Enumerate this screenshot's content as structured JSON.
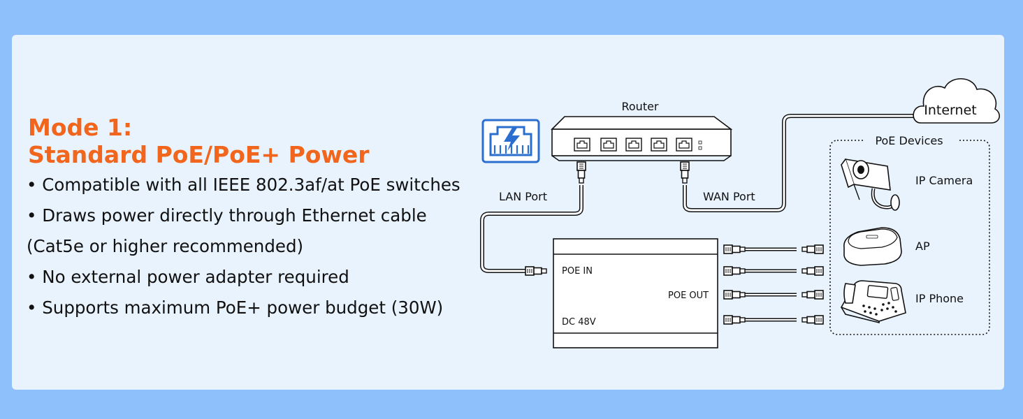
{
  "headline": {
    "line1": "Mode 1:",
    "line2": "Standard PoE/PoE+ Power"
  },
  "bullets": [
    "• Compatible with all IEEE 802.3af/at PoE switches",
    "• Draws power directly through Ethernet cable",
    "(Cat5e or higher recommended)",
    "• No external power adapter required",
    "• Supports maximum PoE+ power budget (30W)"
  ],
  "diagram": {
    "router_label": "Router",
    "internet_label": "Internet",
    "lan_port_label": "LAN Port",
    "wan_port_label": "WAN Port",
    "poe_in_label": "POE IN",
    "poe_out_label": "POE OUT",
    "dc_label": "DC 48V",
    "poe_devices_label": "PoE Devices",
    "devices": [
      "IP Camera",
      "AP",
      "IP Phone"
    ]
  },
  "colors": {
    "background": "#8ec1fb",
    "card": "#e9f3fe",
    "headline": "#f1661c",
    "poe_icon": "#2a6fd0"
  },
  "icons": [
    "poe-port-icon",
    "cloud-icon",
    "ip-camera-icon",
    "access-point-icon",
    "ip-phone-icon",
    "rj45-connector-icon"
  ]
}
